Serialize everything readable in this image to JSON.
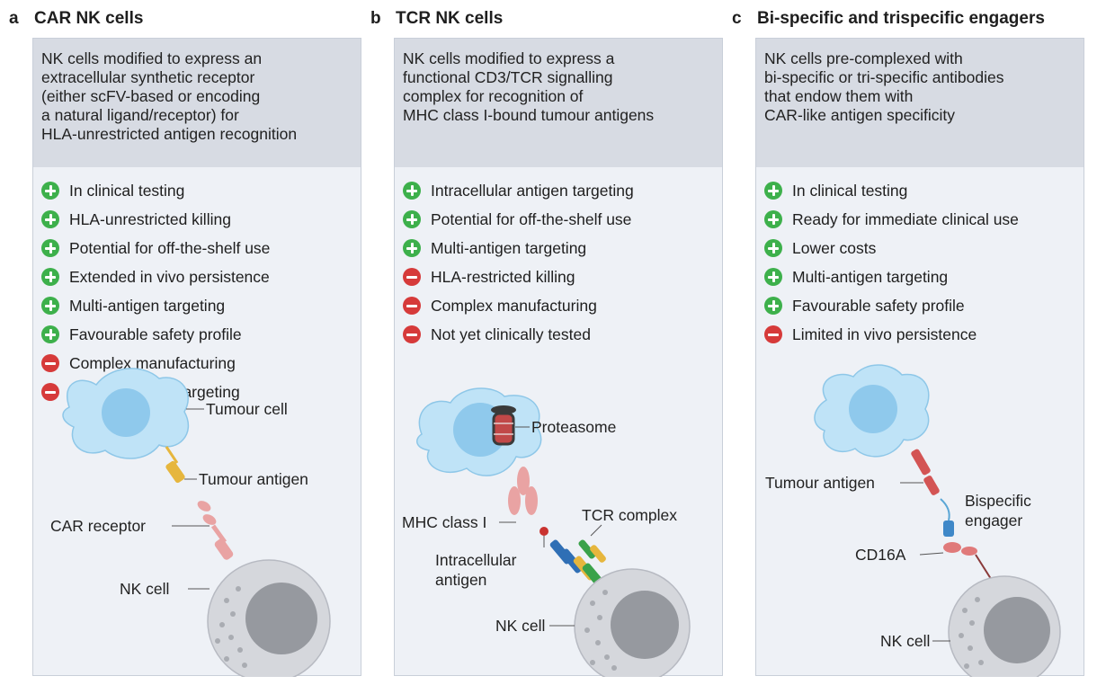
{
  "panels": [
    {
      "letter": "a",
      "title": "CAR NK cells",
      "description": [
        "NK cells modified to express an",
        "extracellular synthetic receptor",
        "(either scFV-based or encoding",
        "a natural ligand/receptor) for",
        "HLA-unrestricted antigen recognition"
      ],
      "items": [
        {
          "type": "pro",
          "text": "In clinical testing"
        },
        {
          "type": "pro",
          "text": "HLA-unrestricted killing"
        },
        {
          "type": "pro",
          "text": "Potential for off-the-shelf use"
        },
        {
          "type": "pro",
          "text": "Extended in vivo persistence"
        },
        {
          "type": "pro",
          "text": "Multi-antigen targeting"
        },
        {
          "type": "pro",
          "text": "Favourable safety profile"
        },
        {
          "type": "con",
          "text": "Complex manufacturing"
        },
        {
          "type": "con",
          "text": "No intracellular targeting"
        }
      ],
      "labels": {
        "tumour_cell": "Tumour cell",
        "tumour_antigen": "Tumour antigen",
        "car_receptor": "CAR receptor",
        "nk_cell": "NK cell"
      }
    },
    {
      "letter": "b",
      "title": "TCR NK cells",
      "description": [
        "NK cells modified to express a",
        "functional CD3/TCR signalling",
        "complex for  recognition of",
        "MHC class I-bound tumour antigens"
      ],
      "items": [
        {
          "type": "pro",
          "text": "Intracellular antigen targeting"
        },
        {
          "type": "pro",
          "text": "Potential for off-the-shelf use"
        },
        {
          "type": "pro",
          "text": "Multi-antigen targeting"
        },
        {
          "type": "con",
          "text": "HLA-restricted killing"
        },
        {
          "type": "con",
          "text": "Complex manufacturing"
        },
        {
          "type": "con",
          "text": "Not yet clinically tested"
        }
      ],
      "labels": {
        "proteasome": "Proteasome",
        "mhc_class_i": "MHC class I",
        "tcr_complex": "TCR complex",
        "intracellular_1": "Intracellular",
        "intracellular_2": "antigen",
        "nk_cell": "NK cell"
      }
    },
    {
      "letter": "c",
      "title": "Bi-specific and trispecific engagers",
      "description": [
        "NK cells pre-complexed with",
        "bi-specific or tri-specific antibodies",
        "that endow them with",
        "CAR-like antigen specificity"
      ],
      "items": [
        {
          "type": "pro",
          "text": "In clinical testing"
        },
        {
          "type": "pro",
          "text": "Ready for immediate clinical use"
        },
        {
          "type": "pro",
          "text": "Lower costs"
        },
        {
          "type": "pro",
          "text": "Multi-antigen targeting"
        },
        {
          "type": "pro",
          "text": "Favourable safety profile"
        },
        {
          "type": "con",
          "text": "Limited in vivo persistence"
        }
      ],
      "labels": {
        "tumour_antigen": "Tumour antigen",
        "bispecific_1": "Bispecific",
        "bispecific_2": "engager",
        "cd16a": "CD16A",
        "nk_cell": "NK cell"
      }
    }
  ],
  "colors": {
    "pro": "#3db04b",
    "con": "#d63a3a",
    "tumour_cell": "#bfe3f7",
    "nucleus": "#8fc9ec",
    "nk_cell": "#d5d7dc",
    "car": "#e9a3a3",
    "antigen": "#e6b63d"
  }
}
